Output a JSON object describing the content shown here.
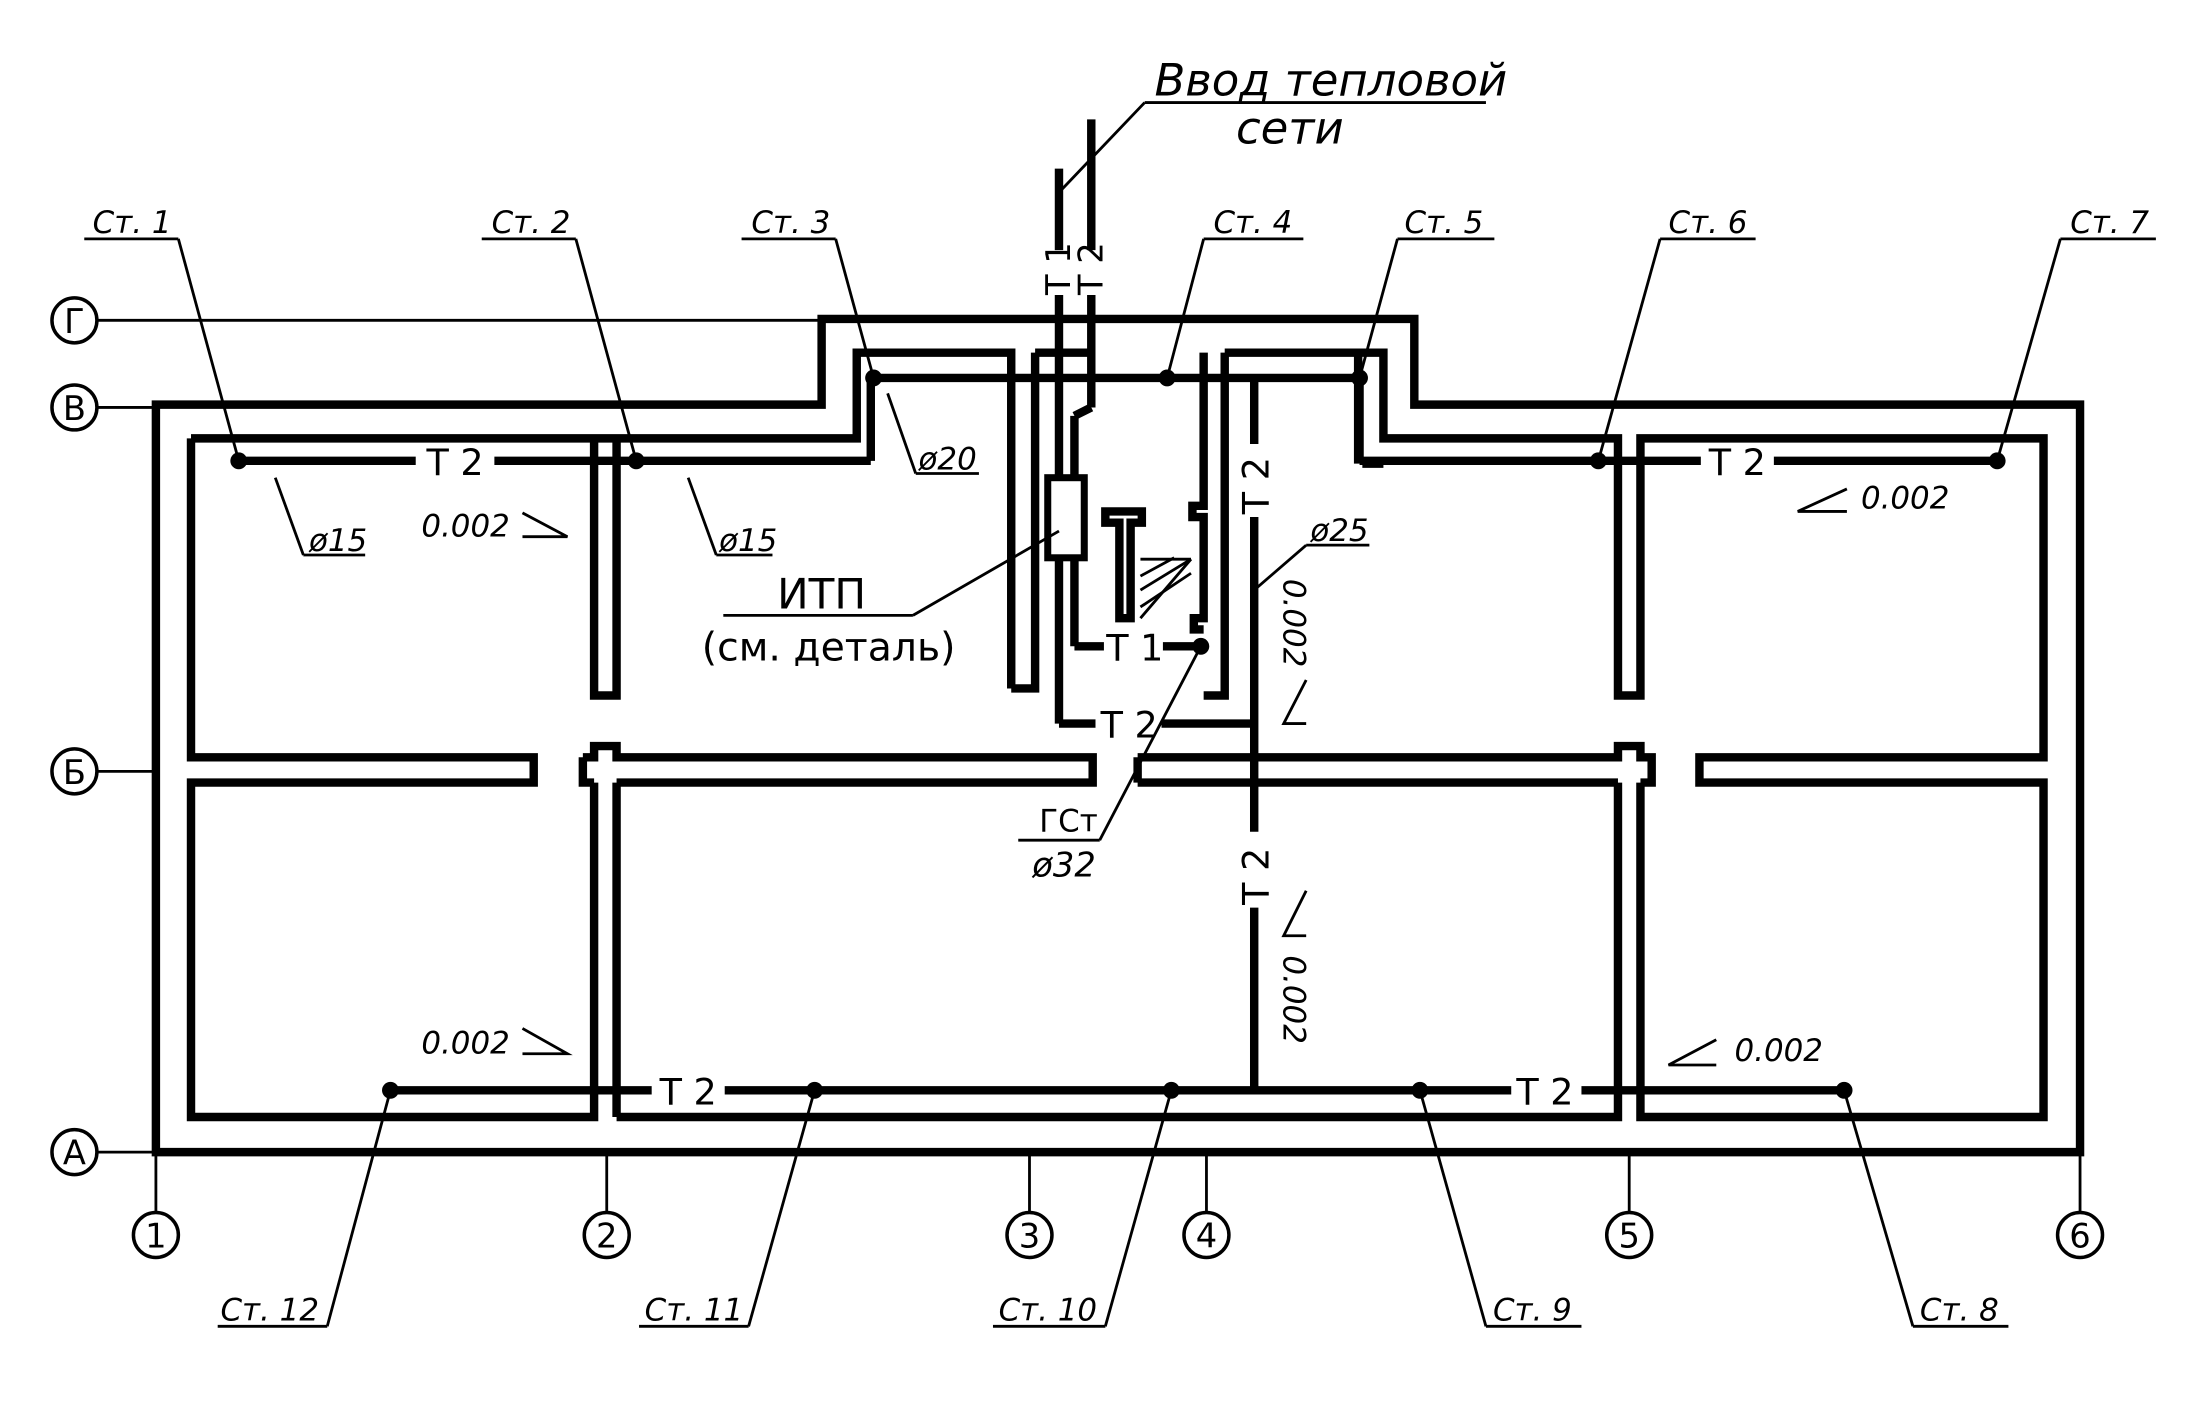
{
  "network_entry": {
    "line1": "Ввод тепловой",
    "line2": "сети"
  },
  "itp": {
    "title": "ИТП",
    "note": "(см. деталь)"
  },
  "main_riser": {
    "name": "ГСт",
    "diameter": "ø32"
  },
  "pipe_labels": {
    "t1": "Т 1",
    "t2": "Т 2"
  },
  "axes_rows": [
    "Г",
    "В",
    "Б",
    "А"
  ],
  "axes_cols": [
    "1",
    "2",
    "3",
    "4",
    "5",
    "6"
  ],
  "risers": [
    "Ст. 1",
    "Ст. 2",
    "Ст. 3",
    "Ст. 4",
    "Ст. 5",
    "Ст. 6",
    "Ст. 7",
    "Ст. 8",
    "Ст. 9",
    "Ст. 10",
    "Ст. 11",
    "Ст. 12"
  ],
  "diameters": {
    "d15": "ø15",
    "d20": "ø20",
    "d25": "ø25"
  },
  "slope": "0.002"
}
